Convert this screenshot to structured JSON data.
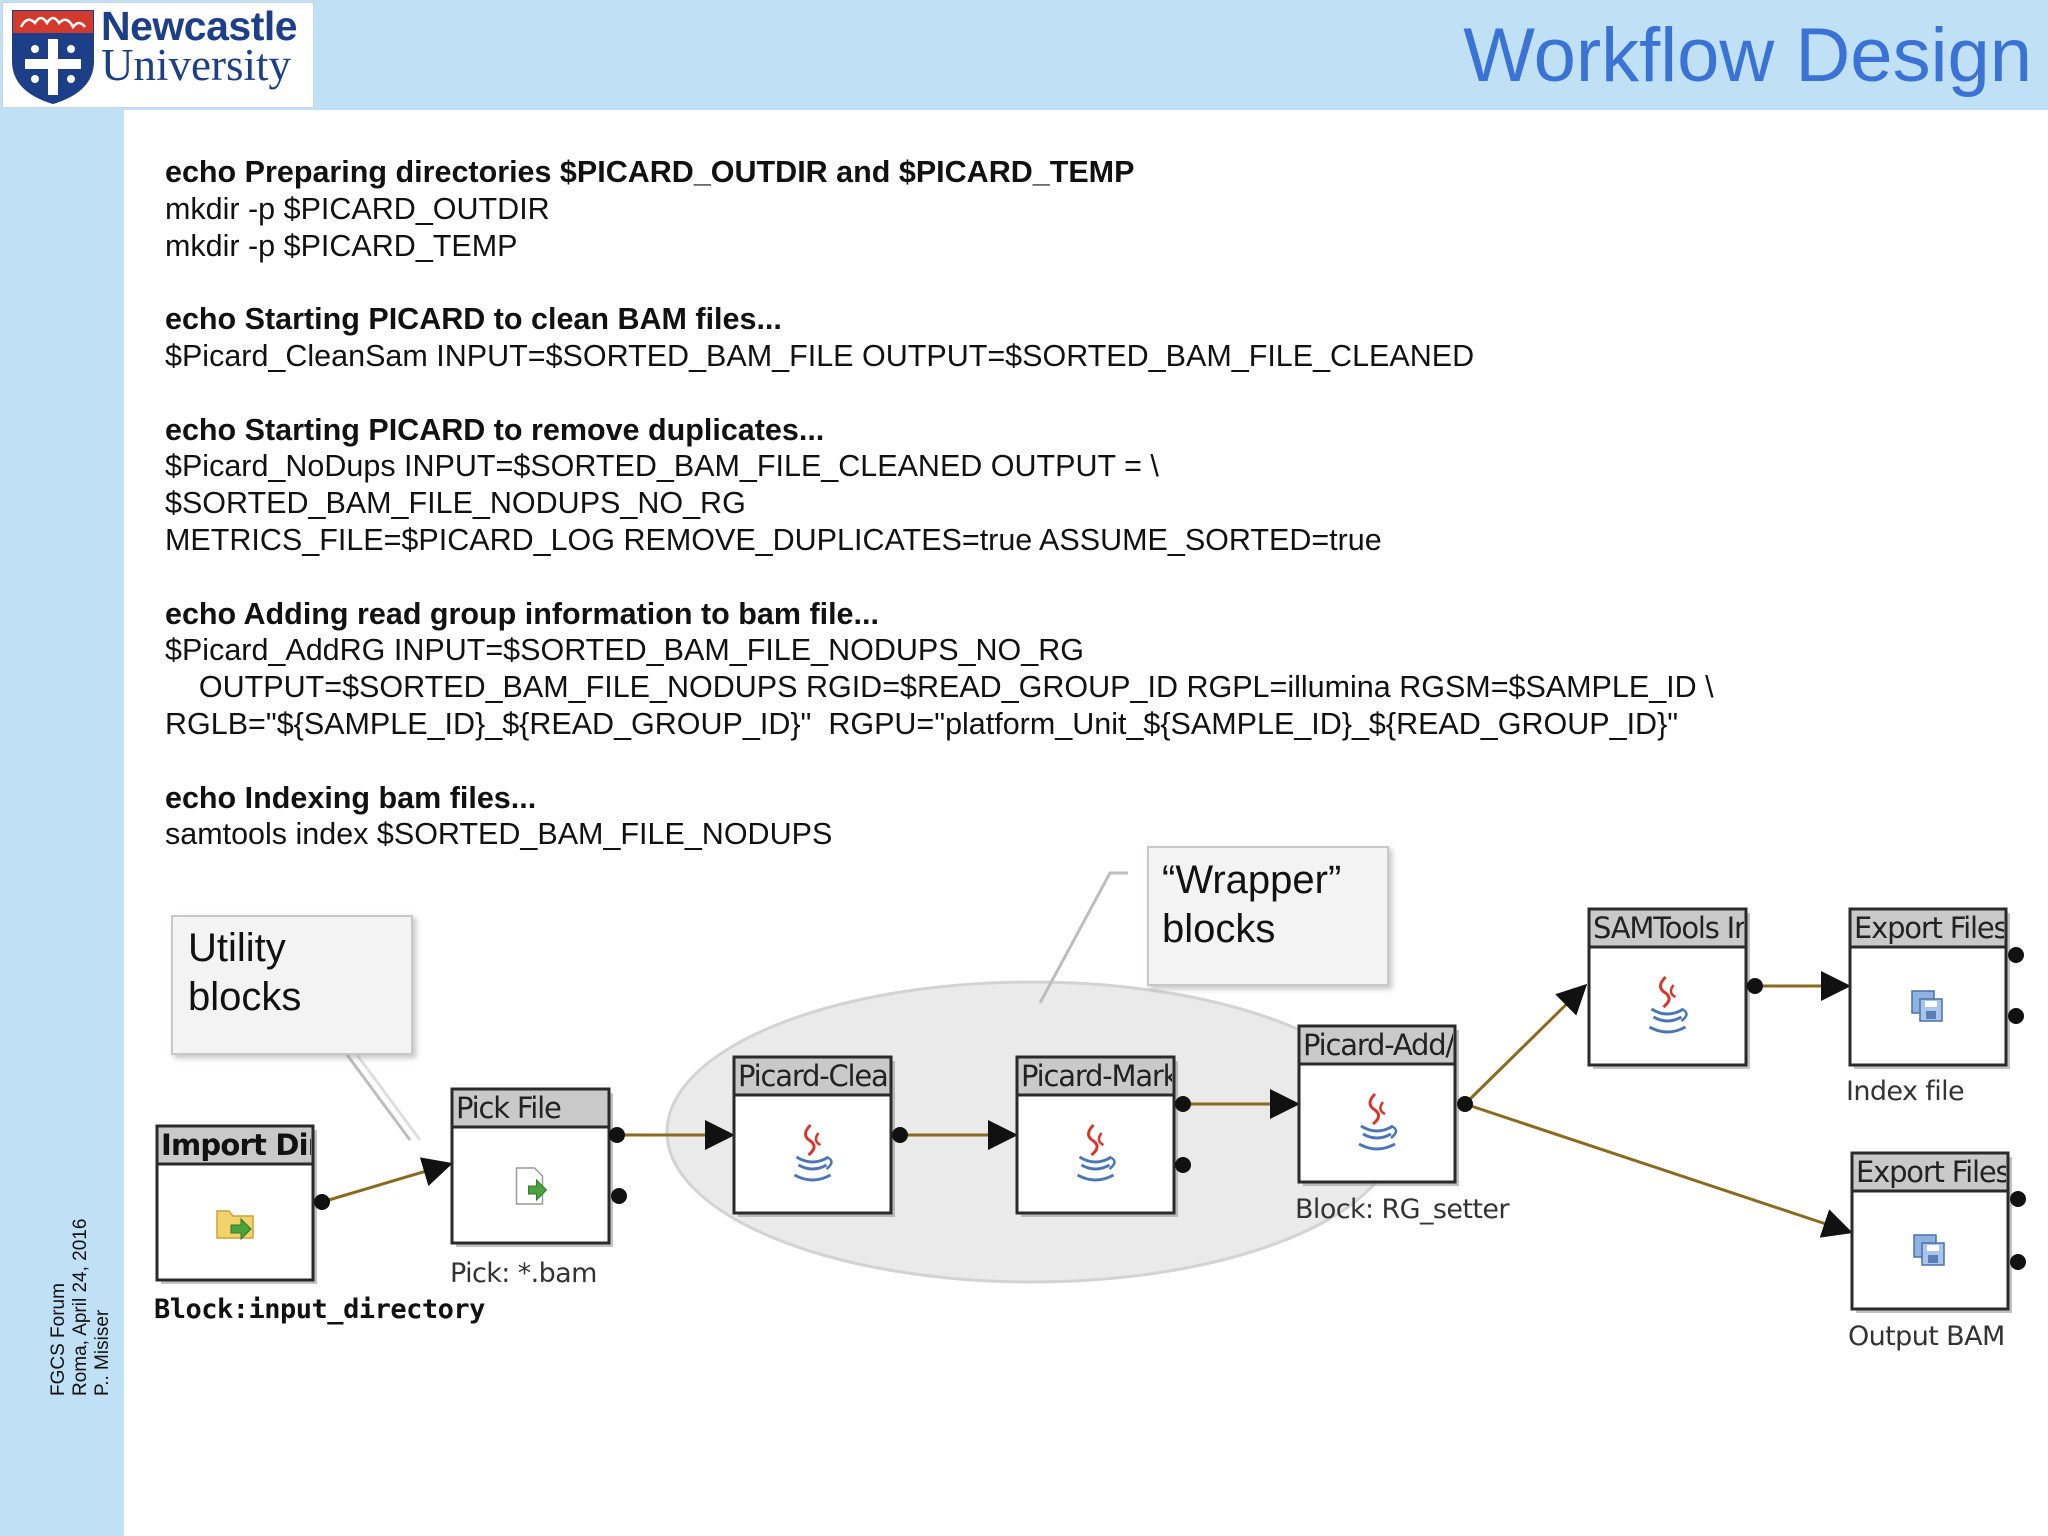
{
  "header": {
    "logo_line1": "Newcastle",
    "logo_line2": "University",
    "title": "Workflow Design"
  },
  "code_lines": [
    {
      "text": "echo Preparing directories $PICARD_OUTDIR and $PICARD_TEMP",
      "bold": true
    },
    {
      "text": "mkdir -p $PICARD_OUTDIR",
      "bold": false
    },
    {
      "text": "mkdir -p $PICARD_TEMP",
      "bold": false
    },
    {
      "text": "",
      "bold": false
    },
    {
      "text": "echo Starting PICARD to clean BAM files...",
      "bold": true
    },
    {
      "text": "$Picard_CleanSam INPUT=$SORTED_BAM_FILE OUTPUT=$SORTED_BAM_FILE_CLEANED",
      "bold": false
    },
    {
      "text": "",
      "bold": false
    },
    {
      "text": "echo Starting PICARD to remove duplicates...",
      "bold": true
    },
    {
      "text": "$Picard_NoDups INPUT=$SORTED_BAM_FILE_CLEANED OUTPUT = \\",
      "bold": false
    },
    {
      "text": "$SORTED_BAM_FILE_NODUPS_NO_RG",
      "bold": false
    },
    {
      "text": "METRICS_FILE=$PICARD_LOG REMOVE_DUPLICATES=true ASSUME_SORTED=true",
      "bold": false
    },
    {
      "text": "",
      "bold": false
    },
    {
      "text": "echo Adding read group information to bam file...",
      "bold": true
    },
    {
      "text": "$Picard_AddRG INPUT=$SORTED_BAM_FILE_NODUPS_NO_RG",
      "bold": false
    },
    {
      "text": "    OUTPUT=$SORTED_BAM_FILE_NODUPS RGID=$READ_GROUP_ID RGPL=illumina RGSM=$SAMPLE_ID \\",
      "bold": false
    },
    {
      "text": "RGLB=\"${SAMPLE_ID}_${READ_GROUP_ID}\"  RGPU=\"platform_Unit_${SAMPLE_ID}_${READ_GROUP_ID}\"",
      "bold": false
    },
    {
      "text": "",
      "bold": false
    },
    {
      "text": "echo Indexing bam files...",
      "bold": true
    },
    {
      "text": "samtools index $SORTED_BAM_FILE_NODUPS",
      "bold": false
    }
  ],
  "callouts": {
    "utility_line1": "Utility",
    "utility_line2": "blocks",
    "wrapper_line1": "“Wrapper”",
    "wrapper_line2": "blocks"
  },
  "blocks": [
    {
      "id": "import-dir",
      "title": "Import Dir",
      "caption": "Block:input_directory",
      "icon": "folder-arrow-icon"
    },
    {
      "id": "pick-file",
      "title": "Pick File",
      "caption": "Pick: *.bam",
      "icon": "file-arrow-icon"
    },
    {
      "id": "picard-clean",
      "title": "Picard-Clean",
      "caption": "",
      "icon": "java-icon"
    },
    {
      "id": "picard-mark",
      "title": "Picard-Mark",
      "caption": "",
      "icon": "java-icon"
    },
    {
      "id": "picard-add",
      "title": "Picard-Add/",
      "caption": "Block: RG_setter",
      "icon": "java-icon"
    },
    {
      "id": "samtools",
      "title": "SAMTools Ir",
      "caption": "",
      "icon": "java-icon"
    },
    {
      "id": "export-index",
      "title": "Export Files",
      "caption": "Index file",
      "icon": "disk-export-icon"
    },
    {
      "id": "export-bam",
      "title": "Export Files",
      "caption": "Output BAM",
      "icon": "disk-export-icon"
    }
  ],
  "footer": {
    "line1": "FGCS Forum",
    "line2": "Roma, April 24, 2016",
    "line3": "P.. Misiser"
  },
  "colors": {
    "banner": "#bfe0f5",
    "title": "#3a72d6",
    "connector": "#8a6a1e",
    "block_header": "#c9c9c9"
  }
}
